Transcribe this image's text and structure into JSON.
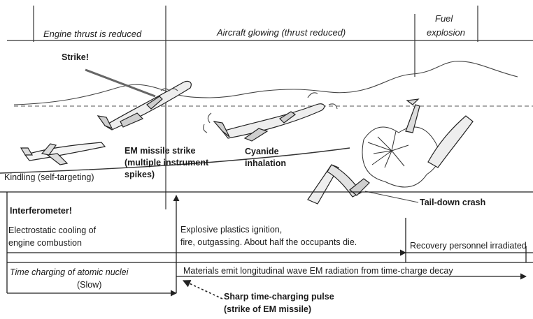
{
  "header": {
    "engine_thrust": "Engine thrust is reduced",
    "aircraft_glowing": "Aircraft glowing (thrust reduced)",
    "fuel_explosion_line1": "Fuel",
    "fuel_explosion_line2": "explosion"
  },
  "scene": {
    "strike": "Strike!",
    "em_missile_line1": "EM missile strike",
    "em_missile_line2": "(multiple instrument",
    "em_missile_line3": "spikes)",
    "cyanide_line1": "Cyanide",
    "cyanide_line2": "inhalation",
    "kindling": "Kindling (self-targeting)",
    "tail_down": "Tail-down crash"
  },
  "timeline": {
    "interferometer": "Interferometer!",
    "electrostatic_line1": "Electrostatic cooling of",
    "electrostatic_line2": "engine combustion",
    "explosive_line1": "Explosive plastics ignition,",
    "explosive_line2": "fire, outgassing.  About half the occupants die.",
    "recovery": "Recovery personnel irradiated",
    "time_charging": "Time charging of atomic nuclei",
    "slow": "(Slow)",
    "materials_emit": "Materials emit longitudinal wave EM radiation from time-charge decay",
    "sharp_pulse_line1": "Sharp time-charging pulse",
    "sharp_pulse_line2": "(strike of EM missile)"
  }
}
